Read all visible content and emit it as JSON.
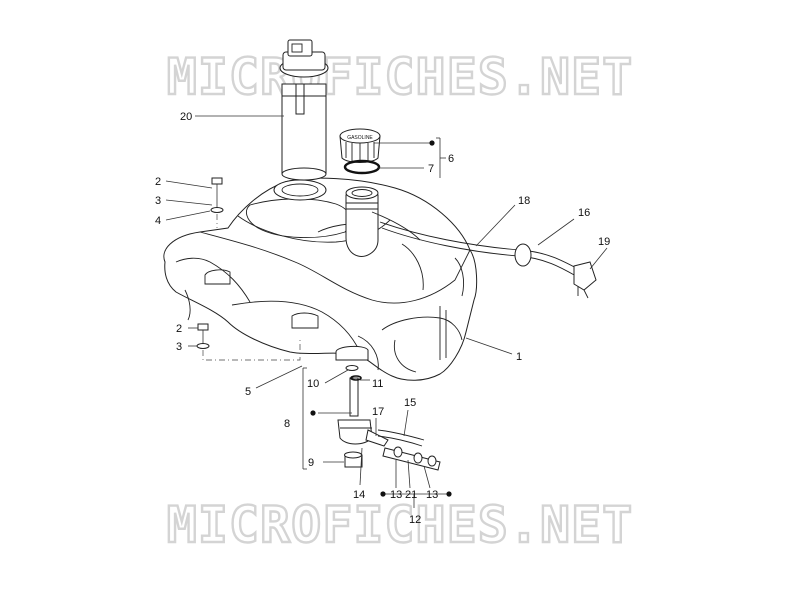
{
  "watermark": {
    "top": "MICROFICHES.NET",
    "bottom": "MICROFICHES.NET"
  },
  "callouts": {
    "c1": "1",
    "c2a": "2",
    "c2b": "2",
    "c3a": "3",
    "c3b": "3",
    "c4": "4",
    "c5": "5",
    "c6": "6",
    "c7": "7",
    "c8": "8",
    "c9": "9",
    "c10": "10",
    "c11": "11",
    "c12": "12",
    "c13a": "13",
    "c13b": "13",
    "c14": "14",
    "c15": "15",
    "c16": "16",
    "c17": "17",
    "c18": "18",
    "c19": "19",
    "c20": "20",
    "c21": "21"
  },
  "cap_text": "GASOLINE"
}
